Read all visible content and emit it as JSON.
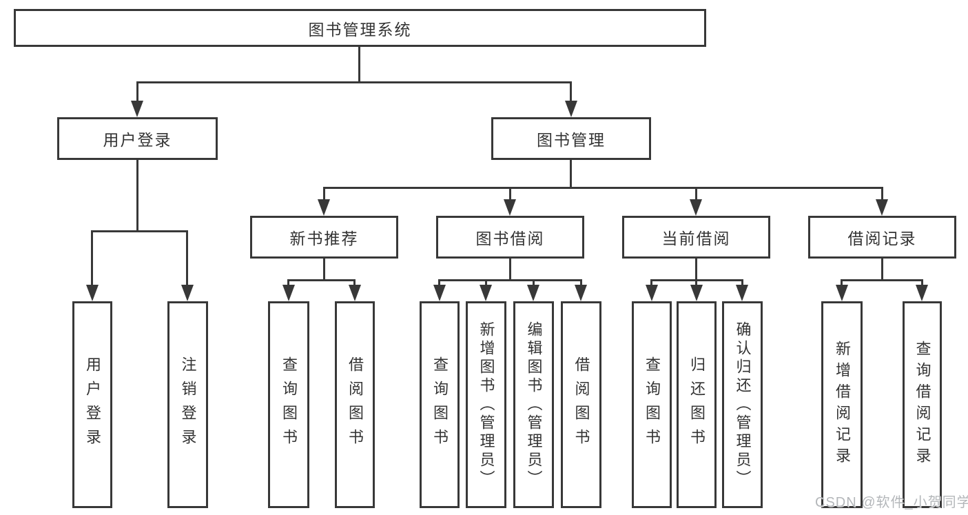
{
  "colors": {
    "background": "#ffffff",
    "line": "#383838",
    "box_border": "#383838",
    "text": "#333333",
    "watermark": "#b4b7ba"
  },
  "nodes": {
    "root": {
      "label": "图书管理系统"
    },
    "user_login": {
      "label": "用户登录"
    },
    "book_management": {
      "label": "图书管理"
    },
    "new_book_recommend": {
      "label": "新书推荐"
    },
    "book_borrowing": {
      "label": "图书借阅"
    },
    "current_borrowing": {
      "label": "当前借阅"
    },
    "borrowing_records": {
      "label": "借阅记录"
    },
    "leaf_user_login": {
      "label": "用户登录"
    },
    "leaf_logout": {
      "label": "注销登录"
    },
    "leaf_query_book_recommend": {
      "label": "查询图书"
    },
    "leaf_borrow_book_recommend": {
      "label": "借阅图书"
    },
    "leaf_query_book_borrowing": {
      "label": "查询图书"
    },
    "leaf_add_book_admin": {
      "label": "新增图书（管理员）"
    },
    "leaf_edit_book_admin": {
      "label": "编辑图书（管理员）"
    },
    "leaf_borrow_book_borrowing": {
      "label": "借阅图书"
    },
    "leaf_query_book_current": {
      "label": "查询图书"
    },
    "leaf_return_book": {
      "label": "归还图书"
    },
    "leaf_confirm_return_admin": {
      "label": "确认归还（管理员）"
    },
    "leaf_add_borrow_record": {
      "label": "新增借阅记录"
    },
    "leaf_query_borrow_record": {
      "label": "查询借阅记录"
    }
  },
  "watermark": {
    "text": "CSDN @软件_小贺同学"
  },
  "hierarchy": {
    "图书管理系统": {
      "用户登录": [
        "用户登录",
        "注销登录"
      ],
      "图书管理": {
        "新书推荐": [
          "查询图书",
          "借阅图书"
        ],
        "图书借阅": [
          "查询图书",
          "新增图书（管理员）",
          "编辑图书（管理员）",
          "借阅图书"
        ],
        "当前借阅": [
          "查询图书",
          "归还图书",
          "确认归还（管理员）"
        ],
        "借阅记录": [
          "新增借阅记录",
          "查询借阅记录"
        ]
      }
    }
  }
}
